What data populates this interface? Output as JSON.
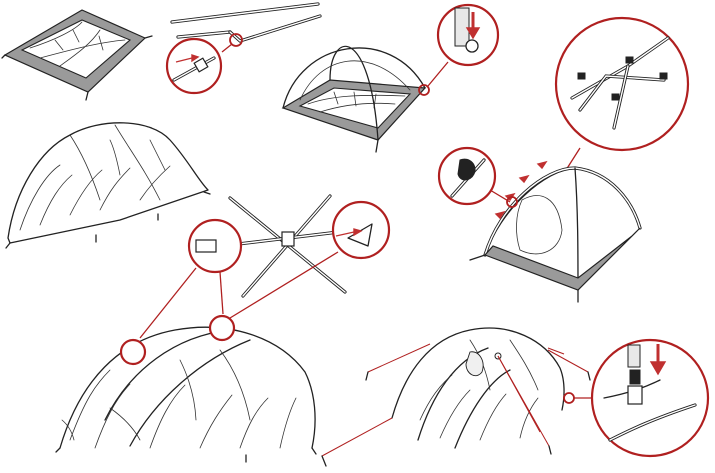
{
  "figure": {
    "colors": {
      "ink": "#222222",
      "callout": "#b02020",
      "arrow": "#c03030",
      "floor": "#9a9a9a",
      "background": "#ffffff"
    },
    "steps": [
      {
        "id": "spread-inner-tent",
        "callouts": 0
      },
      {
        "id": "assemble-poles",
        "callouts": 1
      },
      {
        "id": "insert-poles-in-corners",
        "callouts": 1
      },
      {
        "id": "clip-inner-to-poles",
        "callouts": 2
      },
      {
        "id": "cross-poles-sleeves",
        "callouts": 2
      },
      {
        "id": "fly-over-inner",
        "callouts": 2
      },
      {
        "id": "stake-and-guy-out",
        "callouts": 1
      }
    ],
    "icons": [
      "down-arrow-icon",
      "insert-arrow-icon",
      "clip-icon",
      "buckle-icon",
      "stake-icon"
    ]
  }
}
